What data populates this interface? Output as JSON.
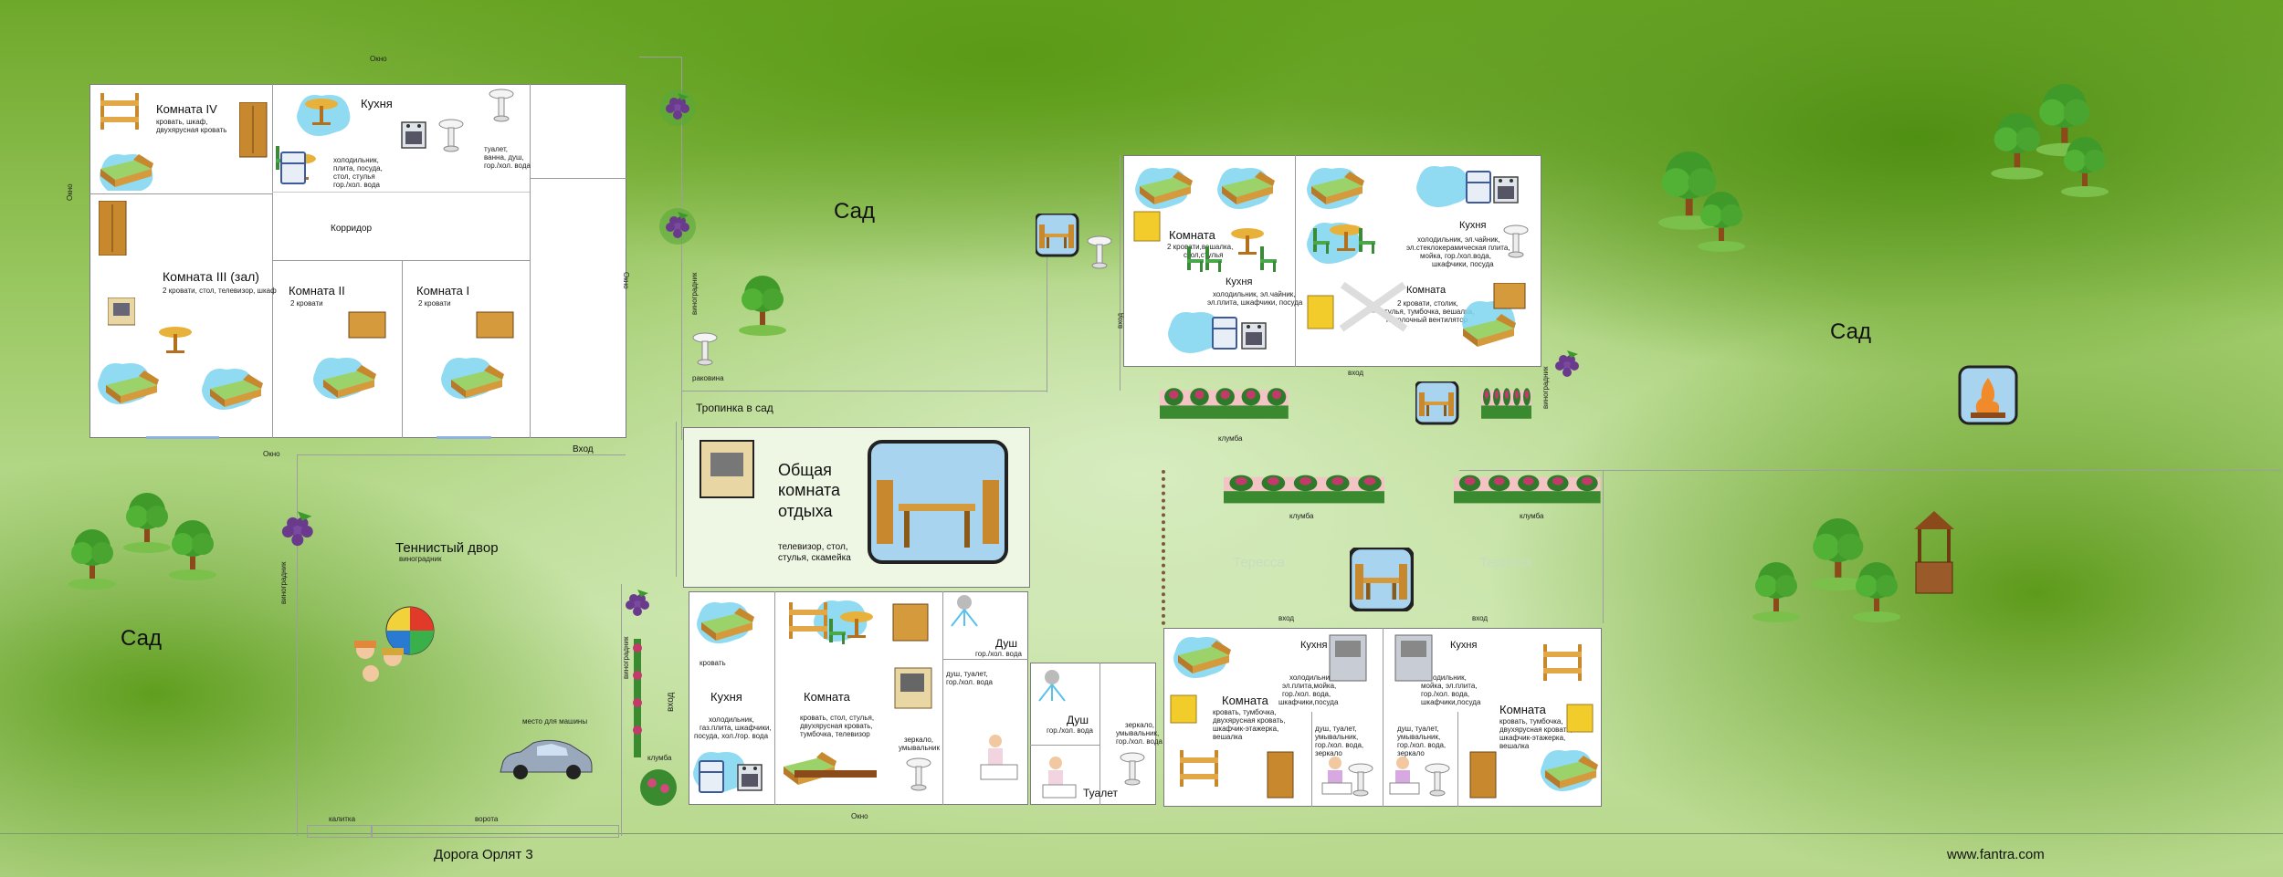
{
  "labels": {
    "garden_top": "Сад",
    "garden_right": "Сад",
    "garden_left": "Сад",
    "tennis_yard": "Теннистый двор",
    "vineyard_small": "виноградник",
    "path_to_garden": "Тропинка в сад",
    "road": "Дорога Орлят 3",
    "site": "www.fantra.com",
    "terrace1": "Тересса",
    "terrace2": "Тересса",
    "parking": "место для машины",
    "gate_small": "калитка",
    "gate": "ворота",
    "sink": "раковина",
    "window": "Окно",
    "entrance": "Вход",
    "entrance_small": "вход",
    "vineyard": "виноградник",
    "flowerbed": "клумба",
    "corridor": "Корридор"
  },
  "house_a": {
    "room4": {
      "title": "Комната IV",
      "desc1": "кровать, шкаф,",
      "desc2": "двухярусная кровать"
    },
    "kitchen": {
      "title": "Кухня",
      "desc1": "холодильник,",
      "desc2": "плита, посуда,",
      "desc3": "стол, стулья",
      "desc4": "гор./хол. вода"
    },
    "toilet": {
      "desc1": "туалет,",
      "desc2": "ванна, душ,",
      "desc3": "гор./хол. вода"
    },
    "room3": {
      "title": "Комната III (зал)",
      "desc": "2 кровати, стол, телевизор, шкаф"
    },
    "room2": {
      "title": "Комната II",
      "desc": "2 кровати"
    },
    "room1": {
      "title": "Комната I",
      "desc": "2 кровати"
    }
  },
  "house_b": {
    "room": {
      "title": "Комната",
      "desc1": "2 кровати,вешалка,",
      "desc2": "стол,стулья"
    },
    "kitchen_left": {
      "title": "Кухня",
      "desc1": "холодильник, эл.чайник,",
      "desc2": "эл.плита, шкафчики, посуда"
    },
    "kitchen_right": {
      "title": "Кухня",
      "desc1": "холодильник, эл.чайник,",
      "desc2": "эл.стеклокерамическая плита,",
      "desc3": "мойка, гор./хол.вода,",
      "desc4": "шкафчики, посуда"
    },
    "room_right": {
      "title": "Комната",
      "desc1": "2 кровати, столик,",
      "desc2": "стулья, тумбочка, вешалка,",
      "desc3": "потолочный вентилятор"
    }
  },
  "common": {
    "title1": "Общая",
    "title2": "комната",
    "title3": "отдыха",
    "desc1": "телевизор, стол,",
    "desc2": "стулья, скамейка"
  },
  "house_c": {
    "bed_label": "кровать",
    "kitchen": {
      "title": "Кухня",
      "desc1": "холодильник,",
      "desc2": "газ.плита, шкафчики,",
      "desc3": "посуда, хол./гор. вода"
    },
    "room": {
      "title": "Комната",
      "desc1": "кровать, стол, стулья,",
      "desc2": "двухярусная кровать,",
      "desc3": "тумбочка, телевизор"
    },
    "shower": {
      "title": "Душ",
      "desc": "гор./хол. вода"
    },
    "toilet_desc1": "душ, туалет,",
    "toilet_desc2": "гор./хол. вода",
    "mirror1": "зеркало,",
    "mirror2": "умывальник"
  },
  "house_d": {
    "shower": {
      "title": "Душ",
      "desc": "гор./хол. вода"
    },
    "mirror1": "зеркало,",
    "mirror2": "умывальник,",
    "mirror3": "гор./хол. вода",
    "toilet": "Туалет"
  },
  "house_e": {
    "kitchen_left": {
      "title": "Кухня",
      "desc1": "холодильник,",
      "desc2": "эл.плита,мойка,",
      "desc3": "гор./хол. вода,",
      "desc4": "шкафчики,посуда"
    },
    "kitchen_right": {
      "title": "Кухня",
      "desc1": "холодильник,",
      "desc2": "мойка, эл.плита,",
      "desc3": "гор./хол. вода,",
      "desc4": "шкафчики,посуда"
    },
    "room_left": {
      "title": "Комната",
      "desc1": "кровать, тумбочка,",
      "desc2": "двухярусная кровать,",
      "desc3": "шкафчик-этажерка,",
      "desc4": "вешалка"
    },
    "room_right": {
      "title": "Комната",
      "desc1": "кровать, тумбочка,",
      "desc2": "двухярусная кровать,",
      "desc3": "шкафчик-этажерка,",
      "desc4": "вешалка"
    },
    "bath_left1": "душ, туалет,",
    "bath_left2": "умывальник,",
    "bath_left3": "гор./хол. вода,",
    "bath_left4": "зеркало",
    "bath_right1": "душ, туалет,",
    "bath_right2": "умывальник,",
    "bath_right3": "гор./хол. вода,",
    "bath_right4": "зеркало"
  },
  "colors": {
    "grass_dark": "#5a9a16",
    "grass_light": "#c5e2a3",
    "wall": "#7a7a7a",
    "water": "#3ab0e0",
    "wood": "#c88a2a"
  }
}
